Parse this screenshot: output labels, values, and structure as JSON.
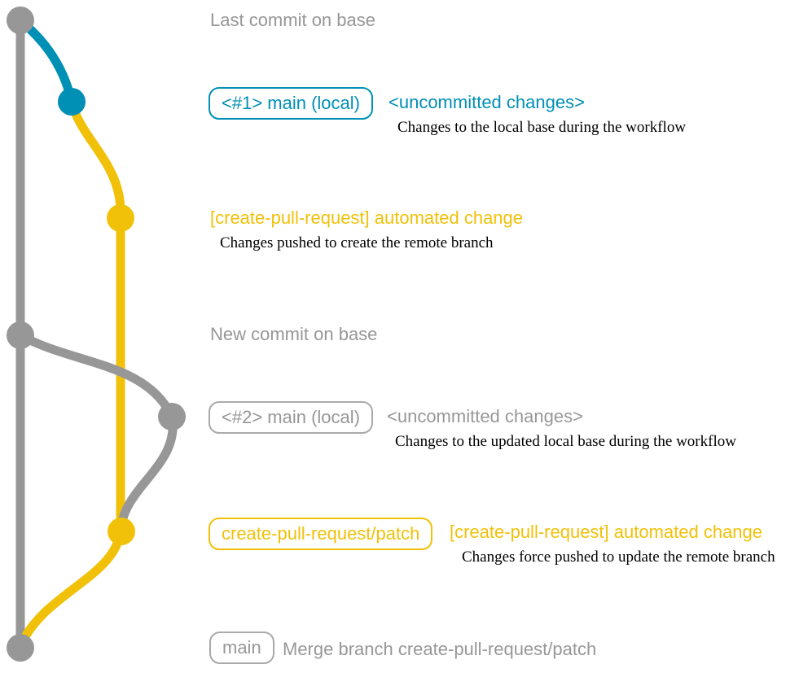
{
  "colors": {
    "grey": "#979797",
    "blue": "#008fb5",
    "yellow": "#f1c109",
    "note_text": "#000000",
    "background": "#ffffff"
  },
  "graph": {
    "branches": [
      {
        "name": "base",
        "color_name": "grey",
        "color": "#979797"
      },
      {
        "name": "main (local)",
        "color_name": "blue",
        "color": "#008fb5"
      },
      {
        "name": "create-pull-request/patch",
        "color_name": "yellow",
        "color": "#f1c109"
      }
    ],
    "commits": [
      {
        "branch": "base",
        "label": "Last commit on base"
      },
      {
        "branch": "main (local)",
        "label": "<#1> main (local) <uncommitted changes>"
      },
      {
        "branch": "create-pull-request/patch",
        "label": "[create-pull-request] automated change"
      },
      {
        "branch": "base",
        "label": "New commit on base"
      },
      {
        "branch": "main (local)",
        "label": "<#2> main (local) <uncommitted changes>"
      },
      {
        "branch": "create-pull-request/patch",
        "label": "[create-pull-request] automated change (force push)"
      },
      {
        "branch": "base",
        "label": "Merge branch create-pull-request/patch"
      }
    ]
  },
  "rows": {
    "last_commit": {
      "message": "Last commit on base"
    },
    "uncommitted_1": {
      "branch_label": "<#1> main (local)",
      "message": "<uncommitted changes>",
      "note": "Changes to the local base during the workflow"
    },
    "automated_1": {
      "message": "[create-pull-request] automated change",
      "note": "Changes pushed to create the remote branch"
    },
    "new_commit": {
      "message": "New commit on base"
    },
    "uncommitted_2": {
      "branch_label": "<#2> main (local)",
      "message": "<uncommitted changes>",
      "note": "Changes to the updated local base during the workflow"
    },
    "automated_2": {
      "branch_label": "create-pull-request/patch",
      "message": "[create-pull-request] automated change",
      "note": "Changes force pushed to update the remote branch"
    },
    "merge": {
      "branch_label": "main",
      "message": "Merge branch create-pull-request/patch"
    }
  }
}
